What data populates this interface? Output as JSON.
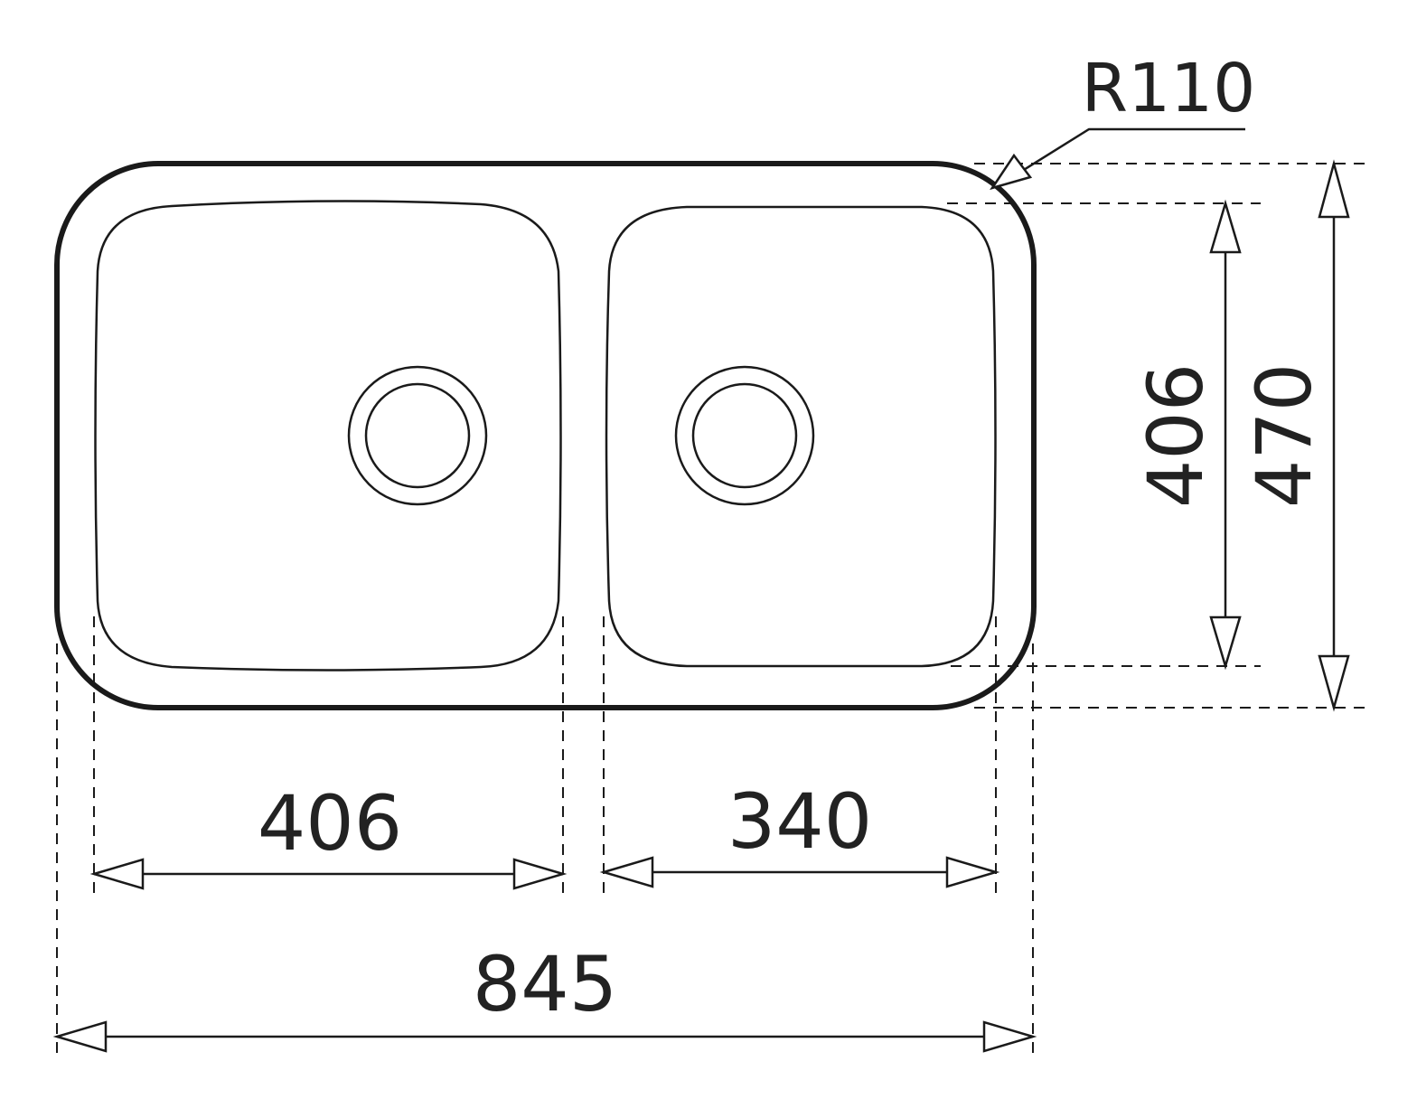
{
  "drawing": {
    "title": "Double bowl undermount sink dimensions",
    "dimensions": {
      "left_bowl_width": "406",
      "right_bowl_width": "340",
      "overall_width": "845",
      "bowl_depth": "406",
      "overall_depth": "470",
      "corner_radius": "R110"
    }
  }
}
